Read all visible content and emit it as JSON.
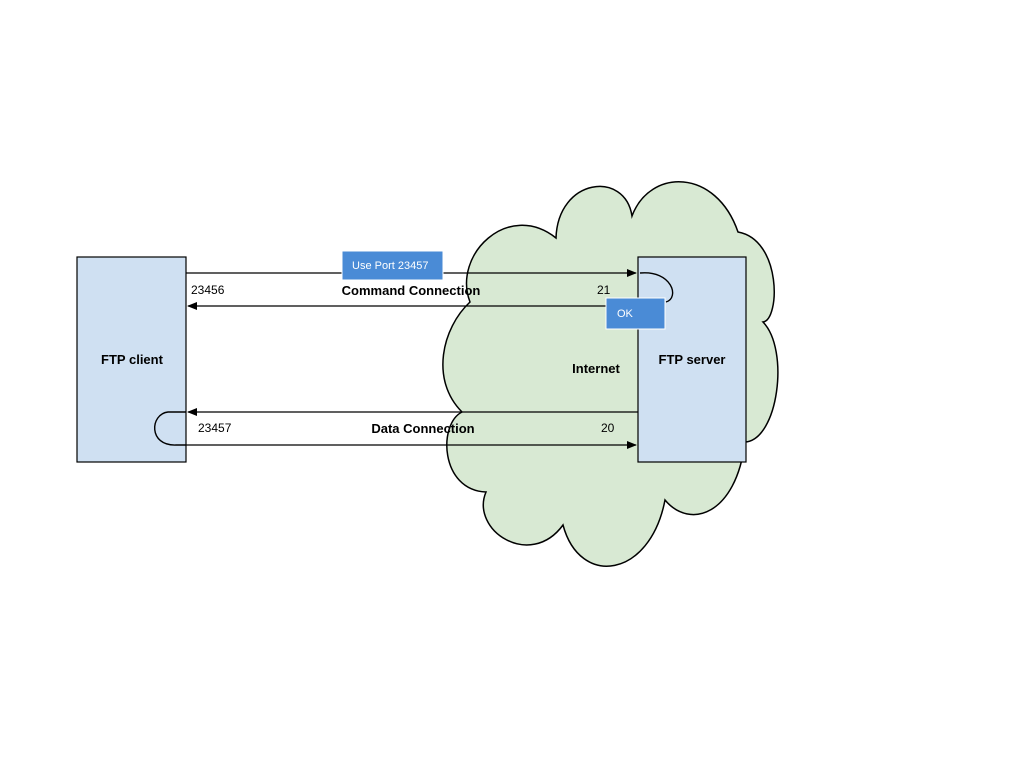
{
  "colors": {
    "box_fill": "#cfe0f2",
    "cloud_fill": "#d8e9d3",
    "callout_fill": "#4a8bd6",
    "callout_text": "#ffffff",
    "stroke": "#000000",
    "text": "#000000"
  },
  "nodes": {
    "client": {
      "label": "FTP client"
    },
    "server": {
      "label": "FTP server"
    },
    "cloud": {
      "label": "Internet"
    }
  },
  "connections": {
    "command": {
      "label": "Command Connection",
      "client_port": "23456",
      "server_port": "21"
    },
    "data": {
      "label": "Data Connection",
      "client_port": "23457",
      "server_port": "20"
    }
  },
  "callouts": {
    "port_request": "Use Port 23457",
    "reply": "OK"
  }
}
